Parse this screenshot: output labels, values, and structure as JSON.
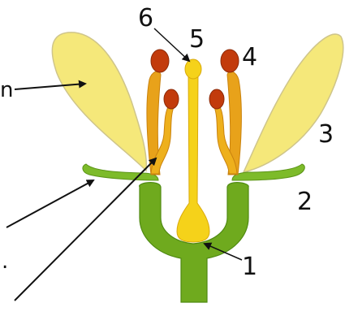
{
  "diagram": {
    "labels": {
      "n1": "1",
      "n2": "2",
      "n3": "3",
      "n4": "4",
      "n5": "5",
      "n6": "6",
      "cut_top": "n",
      "cut_bottom": "."
    },
    "colors": {
      "petal": "#f5e87a",
      "petal_edge": "#cfc58a",
      "stem_green": "#6faa1e",
      "stem_dark": "#4f8a12",
      "sepal": "#7dbb2a",
      "filament": "#e8a21a",
      "filament_dark": "#c9820e",
      "anther": "#c23b0c",
      "pistil": "#f5d21a",
      "pistil_edge": "#d9a90b",
      "arrow": "#111111"
    }
  }
}
